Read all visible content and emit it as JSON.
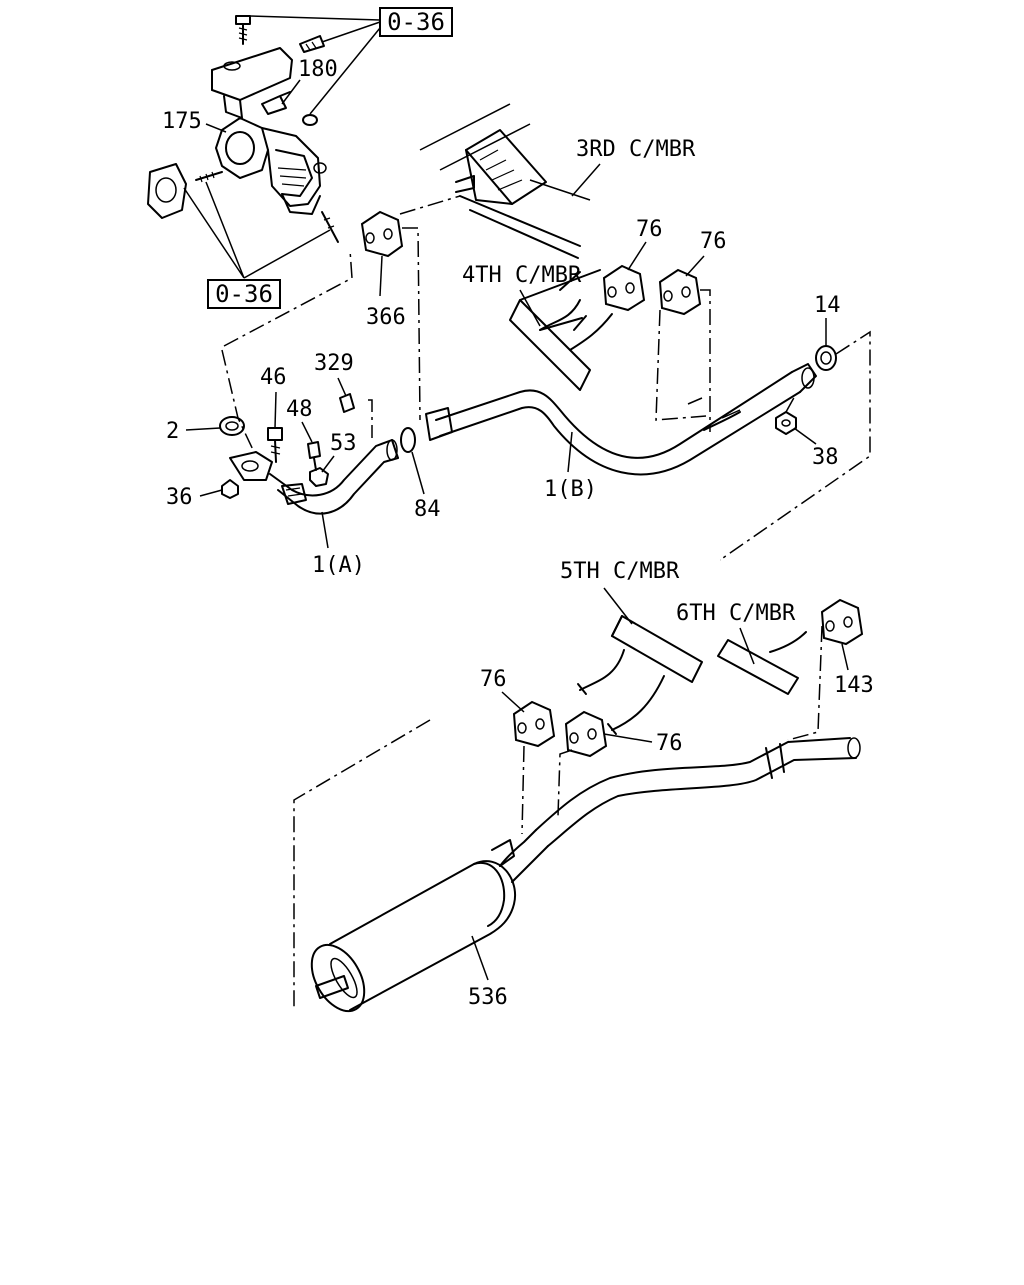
{
  "references": {
    "top_box": "0-36",
    "bottom_box": "0-36"
  },
  "crossmembers": {
    "third": "3RD C/MBR",
    "fourth": "4TH C/MBR",
    "fifth": "5TH C/MBR",
    "sixth": "6TH C/MBR"
  },
  "parts": {
    "p180": "180",
    "p175": "175",
    "p366": "366",
    "p76_a": "76",
    "p76_b": "76",
    "p14": "14",
    "p329": "329",
    "p46": "46",
    "p48": "48",
    "p53": "53",
    "p2": "2",
    "p36": "36",
    "p84": "84",
    "p1b": "1(B)",
    "p38": "38",
    "p1a": "1(A)",
    "p76_c": "76",
    "p76_d": "76",
    "p143": "143",
    "p536": "536"
  }
}
